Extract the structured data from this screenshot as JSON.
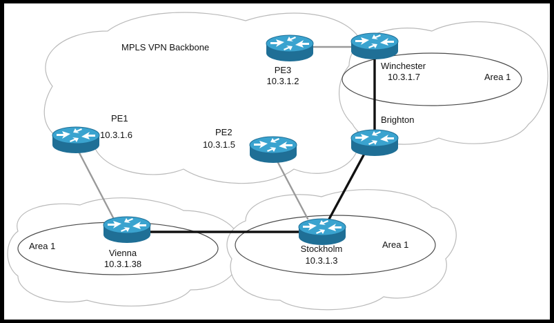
{
  "colors": {
    "router_top": "#3aa3cf",
    "router_side": "#1f6f96",
    "mpls_link": "#9a9a9a",
    "ospf_link": "#111111",
    "cloud_outline": "#b9b9b9"
  },
  "backbone_label": "MPLS VPN Backbone",
  "routers": {
    "pe1": {
      "name": "PE1",
      "ip": "10.3.1.6"
    },
    "pe2": {
      "name": "PE2",
      "ip": "10.3.1.5"
    },
    "pe3": {
      "name": "PE3",
      "ip": "10.3.1.2"
    },
    "winchester": {
      "name": "Winchester",
      "ip": "10.3.1.7"
    },
    "brighton": {
      "name": "Brighton"
    },
    "vienna": {
      "name": "Vienna",
      "ip": "10.3.1.38"
    },
    "stockholm": {
      "name": "Stockholm",
      "ip": "10.3.1.3"
    }
  },
  "areas": {
    "winchester": "Area 1",
    "vienna": "Area 1",
    "stockholm": "Area 1"
  },
  "icons": {
    "router": "router-icon"
  }
}
